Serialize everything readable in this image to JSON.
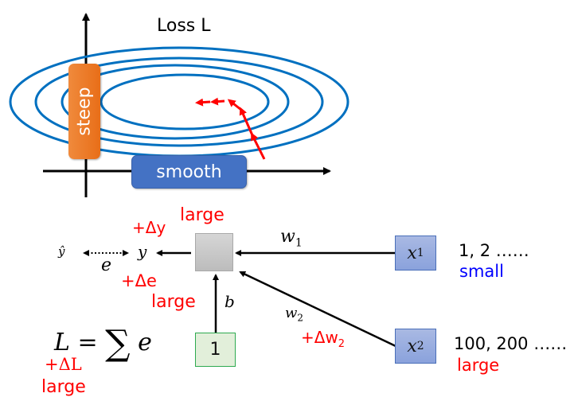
{
  "colors": {
    "contour": "#0070c0",
    "trajectory": "#ff0000",
    "steep_box": "#ed7d31",
    "smooth_box": "#4472c4",
    "input_box": "#8faadc",
    "bias_box_fill": "#e2efda",
    "bias_box_border": "#2eaa50",
    "neuron_fill": "#c8c8c8",
    "emphasis_red": "#ff0000",
    "emphasis_blue": "#0000ff"
  },
  "contour_plot": {
    "title": "Loss L",
    "contour_count": 4,
    "steep_label": "steep",
    "smooth_label": "smooth"
  },
  "network": {
    "output_hat": "ŷ",
    "output": "y",
    "error": "e",
    "delta_y": "+Δy",
    "delta_y_note": "large",
    "delta_e": "+Δe",
    "delta_e_note": "large",
    "loss_formula_lhs": "L =",
    "loss_formula_sum": "∑",
    "loss_formula_rhs": "e",
    "delta_L": "+ΔL",
    "delta_L_note": "large",
    "bias_label": "b",
    "bias_input": "1",
    "w1_label": "w",
    "w1_sub": "1",
    "w2_label": "w",
    "w2_sub": "2",
    "delta_w2": "+Δw",
    "delta_w2_sub": "2",
    "x1_label": "x",
    "x1_sub": "1",
    "x2_label": "x",
    "x2_sub": "2",
    "x1_values": "1, 2 ……",
    "x1_note": "small",
    "x2_values": "100, 200 ……",
    "x2_note": "large"
  }
}
